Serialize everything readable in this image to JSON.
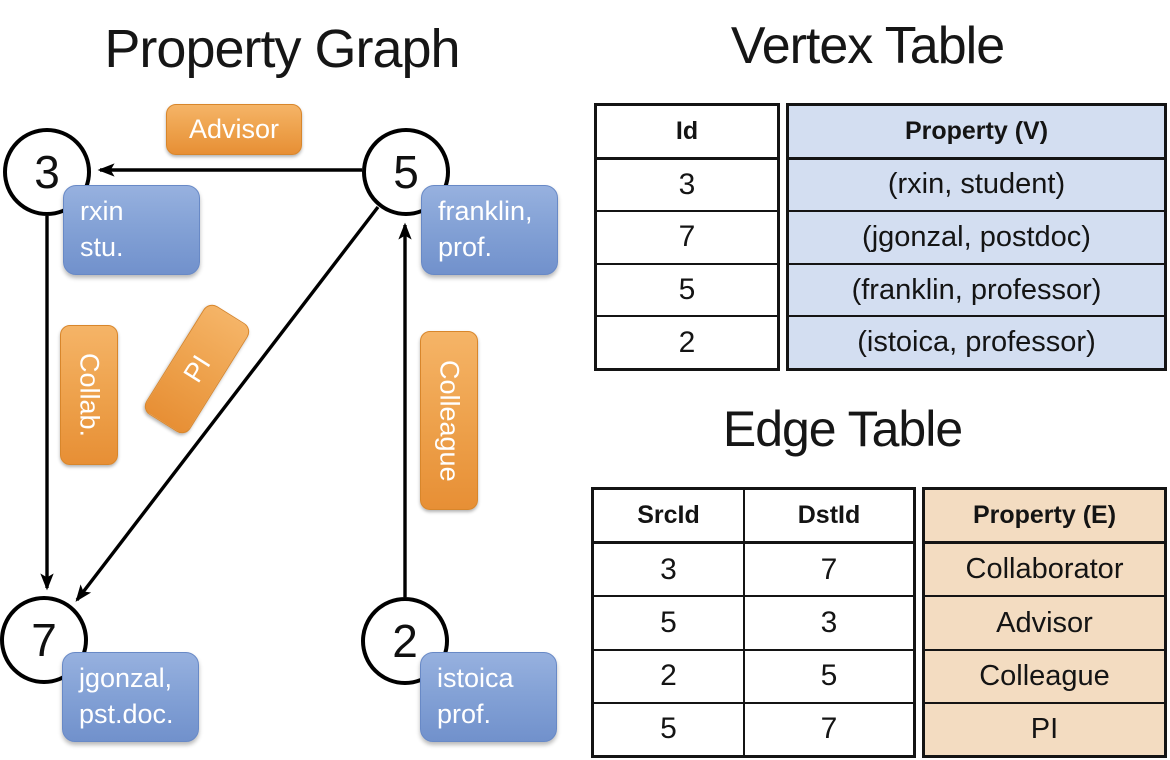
{
  "graph": {
    "title": "Property Graph",
    "vertices": [
      {
        "id": "3",
        "lines": [
          "rxin",
          "stu."
        ]
      },
      {
        "id": "5",
        "lines": [
          "franklin,",
          "prof."
        ]
      },
      {
        "id": "7",
        "lines": [
          "jgonzal,",
          "pst.doc."
        ]
      },
      {
        "id": "2",
        "lines": [
          "istoica",
          "prof."
        ]
      }
    ],
    "edges": [
      {
        "label": "Advisor",
        "from": "5",
        "to": "3"
      },
      {
        "label": "Collab.",
        "from": "3",
        "to": "7"
      },
      {
        "label": "PI",
        "from": "5",
        "to": "7"
      },
      {
        "label": "Colleague",
        "from": "2",
        "to": "5"
      }
    ]
  },
  "vertex_table": {
    "title": "Vertex Table",
    "id_header": "Id",
    "property_header": "Property (V)",
    "rows": [
      {
        "id": "3",
        "property": "(rxin, student)"
      },
      {
        "id": "7",
        "property": "(jgonzal, postdoc)"
      },
      {
        "id": "5",
        "property": "(franklin, professor)"
      },
      {
        "id": "2",
        "property": "(istoica, professor)"
      }
    ]
  },
  "edge_table": {
    "title": "Edge Table",
    "src_header": "SrcId",
    "dst_header": "DstId",
    "property_header": "Property (E)",
    "rows": [
      {
        "src": "3",
        "dst": "7",
        "property": "Collaborator"
      },
      {
        "src": "5",
        "dst": "3",
        "property": "Advisor"
      },
      {
        "src": "2",
        "dst": "5",
        "property": "Colleague"
      },
      {
        "src": "5",
        "dst": "7",
        "property": "PI"
      }
    ]
  },
  "colors": {
    "edge_label_orange": "#eda04a",
    "vertex_box_blue": "#84a2d6",
    "vertex_table_fill": "#d3def1",
    "edge_table_fill": "#f3dcc1",
    "line_black": "#000000"
  }
}
